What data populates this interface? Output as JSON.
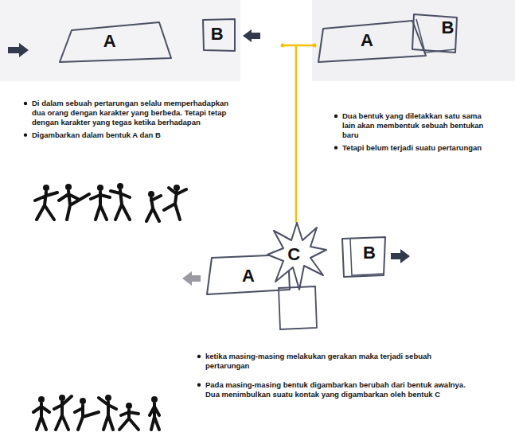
{
  "diagram": {
    "nodes": [
      {
        "text": [
          "A"
        ]
      },
      {
        "text": [
          "B"
        ]
      },
      {
        "text": [
          "A"
        ]
      },
      {
        "text": [
          "B"
        ]
      },
      {
        "text": [
          "A"
        ]
      },
      {
        "text": [
          "C"
        ]
      },
      {
        "text": [
          "B"
        ]
      }
    ],
    "labels": [
      "Di dalam sebuah pertarungan selalu memperhadapkan dua orang dengan karakter yang berbeda. Tetapi tetap dengan karakter yang tegas ketika berhadapan",
      "Digambarkan dalam bentuk A dan B",
      "Dua bentuk yang diletakkan satu sama lain akan membentuk sebuah bentukan baru",
      "Tetapi belum terjadi suatu pertarungan",
      "ketika masing-masing melakukan gerakan maka terjadi sebuah pertarungan",
      "Pada masing-masing bentuk digambarkan berubah dari bentuk awalnya. Dua menimbulkan suatu kontak yang digambarkan oleh bentuk C"
    ]
  }
}
